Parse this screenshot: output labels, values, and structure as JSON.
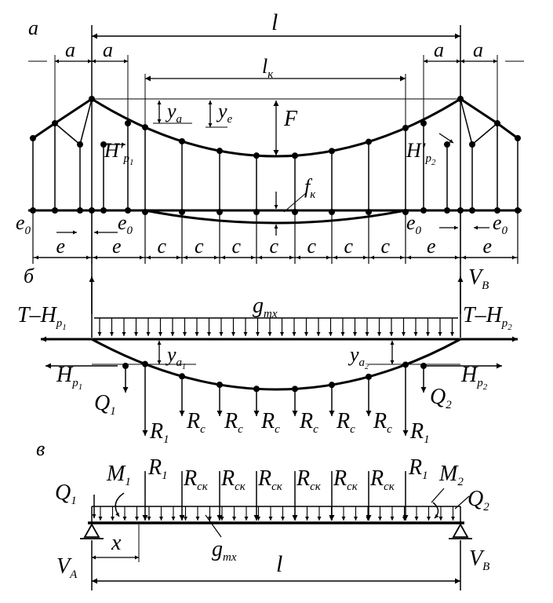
{
  "panels": {
    "a": "а",
    "b": "б",
    "v": "в"
  },
  "top": {
    "span": "l",
    "a": "a",
    "lk": "l",
    "lk_sub": "к",
    "ya": "y",
    "ya_sub": "a",
    "ye": "y",
    "ye_sub": "e",
    "F": "F",
    "fk": "f",
    "fk_sub": "к",
    "H": "H′",
    "Hp_sub": "р",
    "one": "1",
    "two": "2",
    "e0": "e",
    "e0_sub": "0",
    "e": "e",
    "c": "c"
  },
  "mid": {
    "VB": "V",
    "B": "B",
    "T": "T–H",
    "gtx": "g",
    "gtx_sub": "тх",
    "ya": "y",
    "a_sub": "a",
    "H": "H",
    "p_sub": "р",
    "Q": "Q",
    "R": "R",
    "Rc_sub": "с",
    "one": "1",
    "two": "2"
  },
  "bot": {
    "Q": "Q",
    "M": "M",
    "R": "R",
    "Rck_sub": "ск",
    "x": "x",
    "gtx": "g",
    "gtx_sub": "тх",
    "span": "l",
    "VA": "V",
    "A": "A",
    "VB": "V",
    "B": "B",
    "one": "1",
    "two": "2"
  }
}
